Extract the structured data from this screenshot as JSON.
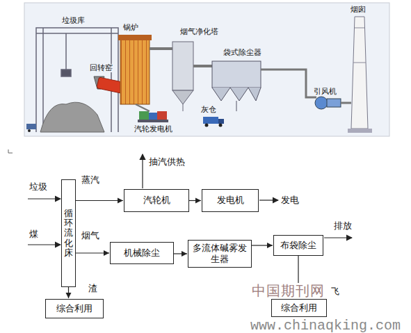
{
  "diagram": {
    "nodes": [
      {
        "text": [
          "循环流化床"
        ]
      },
      {
        "text": [
          "汽轮机"
        ]
      },
      {
        "text": [
          "发电机"
        ]
      },
      {
        "text": [
          "机械除尘"
        ]
      },
      {
        "text": [
          "多流体碱雾发生器"
        ]
      },
      {
        "text": [
          "布袋除尘"
        ]
      },
      {
        "text": [
          "综合利用"
        ]
      },
      {
        "text": [
          "综合利用"
        ]
      }
    ],
    "edges": [
      {
        "from": 0,
        "to": 1,
        "arrow": "to",
        "label": "蒸汽"
      },
      {
        "from": 1,
        "to": 2,
        "arrow": "to"
      },
      {
        "from": 0,
        "to": 3,
        "arrow": "to",
        "label": "烟气"
      },
      {
        "from": 3,
        "to": 4,
        "arrow": "to"
      },
      {
        "from": 4,
        "to": 5,
        "arrow": "to"
      },
      {
        "from": 0,
        "to": 6,
        "arrow": "to",
        "label": "渣"
      },
      {
        "from": 5,
        "to": 7,
        "arrow": "to"
      }
    ],
    "labels": [
      "烟囱",
      "垃圾库",
      "锅炉",
      "烟气净化塔",
      "袋式除尘器",
      "回转窑",
      "引风机",
      "灰仓",
      "汽轮发电机",
      "垃圾",
      "煤",
      "抽汽供热",
      "发电",
      "排放",
      "中国期刊网",
      "飞",
      "www.chinaqking.com"
    ]
  }
}
